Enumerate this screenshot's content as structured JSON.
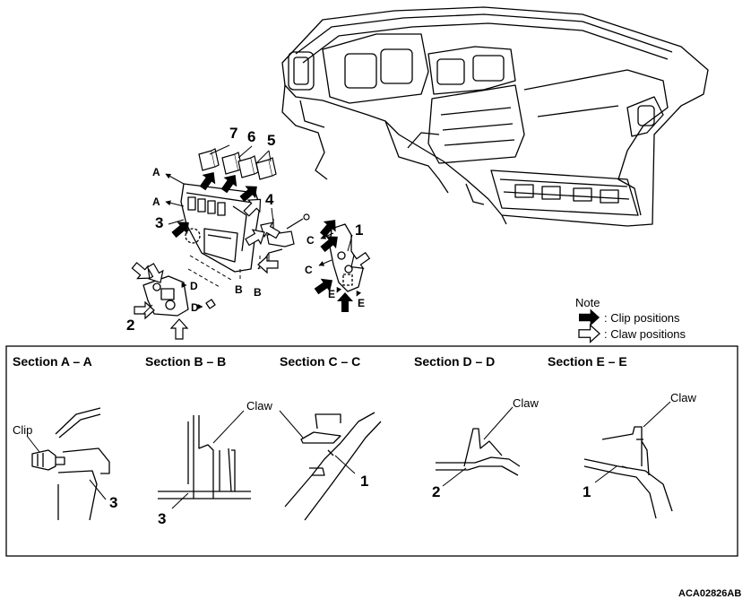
{
  "callouts": {
    "part1": "1",
    "part2": "2",
    "part3": "3",
    "part4": "4",
    "part5": "5",
    "part6": "6",
    "part7": "7"
  },
  "view_letters": {
    "a1": "A",
    "a2": "A",
    "b1": "B",
    "b2": "B",
    "c1": "C",
    "c2": "C",
    "d1": "D",
    "d2": "D",
    "e1": "E",
    "e2": "E"
  },
  "note": {
    "title": "Note",
    "clip": ": Clip positions",
    "claw": ": Claw positions"
  },
  "sections": {
    "aa": {
      "title": "Section A – A",
      "label_clip": "Clip",
      "part": "3"
    },
    "bb": {
      "title": "Section B – B",
      "label_claw": "Claw",
      "part": "3"
    },
    "cc": {
      "title": "Section C – C",
      "part": "1"
    },
    "dd": {
      "title": "Section D – D",
      "label_claw": "Claw",
      "part": "2"
    },
    "ee": {
      "title": "Section E – E",
      "label_claw": "Claw",
      "part": "1"
    }
  },
  "figure_code": "ACA02826AB",
  "colors": {
    "line": "#000000",
    "background": "#ffffff"
  },
  "icons": {
    "clip_arrow": "solid-arrow-icon",
    "claw_arrow": "hollow-arrow-icon"
  }
}
